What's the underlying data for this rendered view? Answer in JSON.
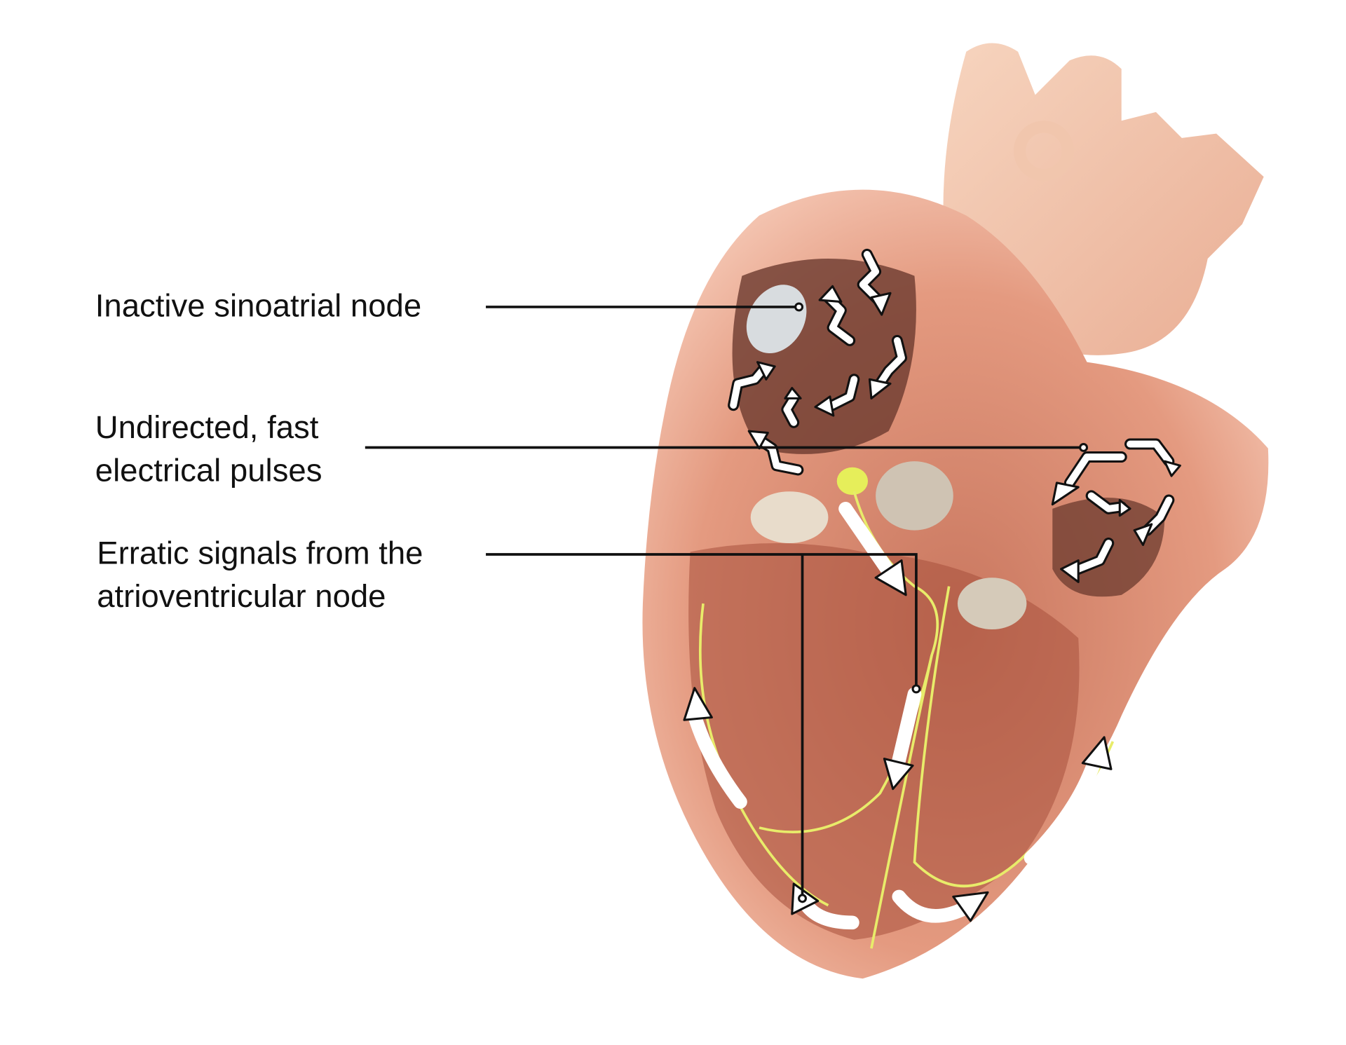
{
  "labels": [
    {
      "id": "sa-node",
      "lines": [
        "Inactive sinoatrial node"
      ]
    },
    {
      "id": "pulses",
      "lines": [
        "Undirected, fast",
        "electrical pulses"
      ]
    },
    {
      "id": "av-node",
      "lines": [
        "Erratic signals from the",
        "atrioventricular node"
      ]
    }
  ],
  "colors": {
    "heart": "#e59a7e",
    "heart_dark": "#7a3a2c",
    "nerve": "#e8ec6a",
    "sa_node": "#d8dcdf",
    "arrow_fill": "#ffffff",
    "arrow_outline": "#111111"
  }
}
